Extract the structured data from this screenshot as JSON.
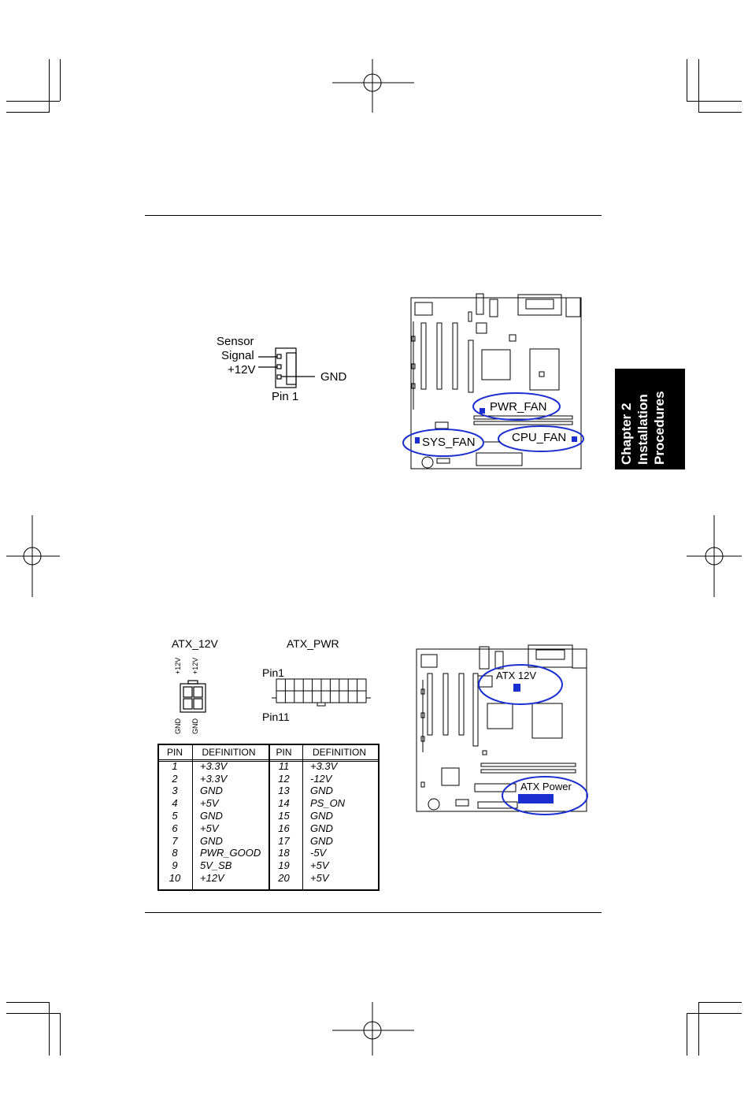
{
  "side_tab": {
    "line1": "Chapter 2",
    "line2": "Installation",
    "line3": "Procedures"
  },
  "fan_diagram": {
    "sensor_label": "Sensor",
    "signal_label": "Signal",
    "v12_label": "+12V",
    "gnd_label": "GND",
    "pin1_label": "Pin 1"
  },
  "fan_board": {
    "pwr_fan": "PWR_FAN",
    "sys_fan": "SYS_FAN",
    "cpu_fan": "CPU_FAN"
  },
  "power_diagram": {
    "atx12v_title": "ATX_12V",
    "atxpwr_title": "ATX_PWR",
    "atx12v_top_pins": [
      "+12V",
      "+12V"
    ],
    "atx12v_bottom_pins": [
      "GND",
      "GND"
    ],
    "pin1_label": "Pin1",
    "pin11_label": "Pin11"
  },
  "power_board": {
    "atx12v_label": "ATX 12V",
    "atxpower_label": "ATX Power"
  },
  "pin_table": {
    "headers": [
      "PIN",
      "DEFINITION",
      "PIN",
      "DEFINITION"
    ],
    "rows": [
      [
        "1",
        "+3.3V",
        "11",
        "+3.3V"
      ],
      [
        "2",
        "+3.3V",
        "12",
        "-12V"
      ],
      [
        "3",
        "GND",
        "13",
        "GND"
      ],
      [
        "4",
        "+5V",
        "14",
        "PS_ON"
      ],
      [
        "5",
        "GND",
        "15",
        "GND"
      ],
      [
        "6",
        "+5V",
        "16",
        "GND"
      ],
      [
        "7",
        "GND",
        "17",
        "GND"
      ],
      [
        "8",
        "PWR_GOOD",
        "18",
        "-5V"
      ],
      [
        "9",
        "5V_SB",
        "19",
        "+5V"
      ],
      [
        "10",
        "+12V",
        "20",
        "+5V"
      ]
    ]
  },
  "colors": {
    "highlight": "#1b2fd0",
    "fill": "#1b2fd0"
  }
}
